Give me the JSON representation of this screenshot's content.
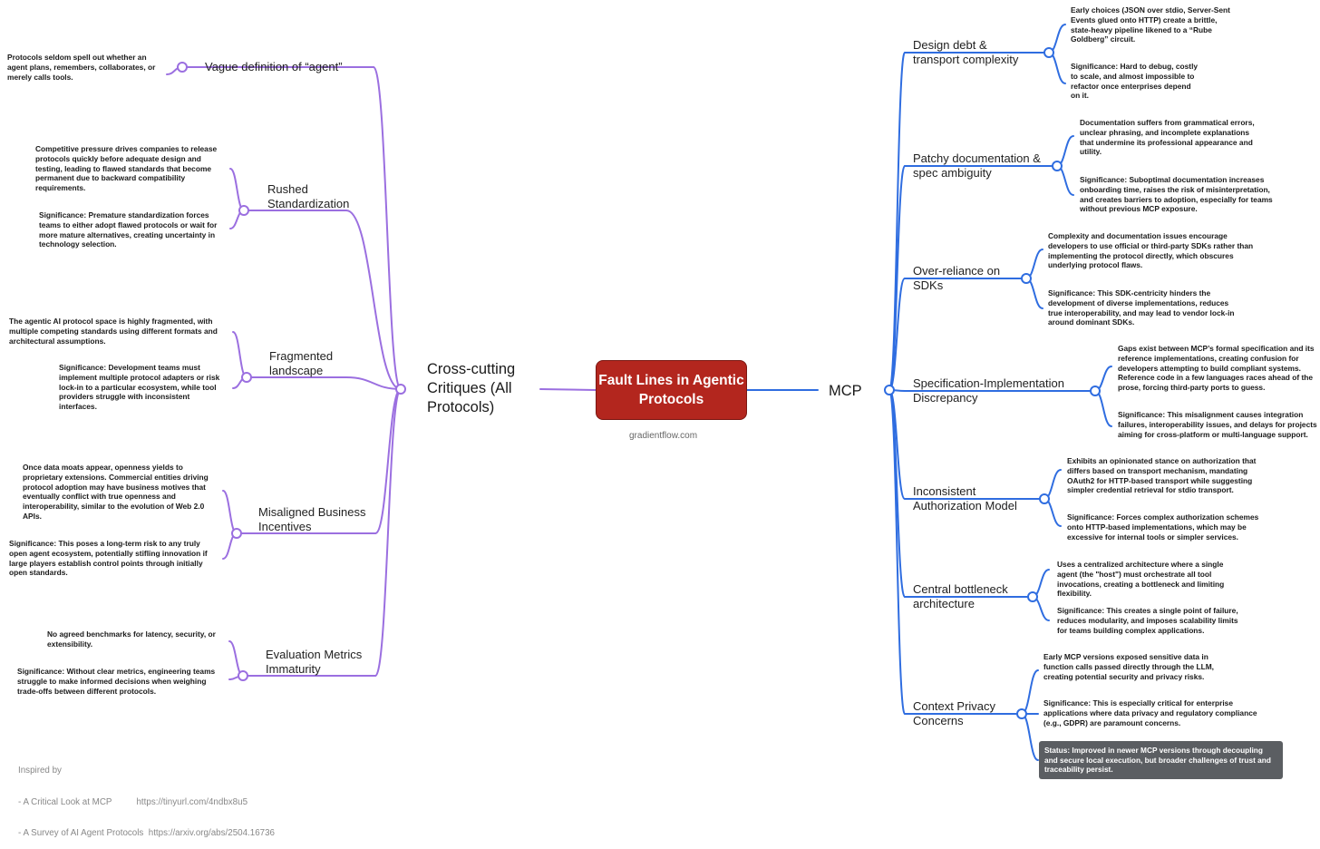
{
  "center": {
    "title": "Fault Lines in Agentic Protocols",
    "site": "gradientflow.com"
  },
  "colors": {
    "left": "#9b6fe0",
    "right": "#2f6de0",
    "center_fill": "#b3261e",
    "status_fill": "#5b5e62"
  },
  "left": {
    "hub": "Cross-cutting Critiques (All Protocols)",
    "branches": [
      {
        "label": "Vague definition of “agent”",
        "notes": [
          "Protocols seldom spell out whether an agent plans, remembers, collaborates, or merely calls tools."
        ]
      },
      {
        "label": "Rushed Standardization",
        "notes": [
          "Competitive pressure drives companies to release protocols quickly before adequate design and testing, leading to flawed standards that become permanent due to backward compatibility requirements.",
          "Significance: Premature standardization forces teams to either adopt flawed protocols or wait for more mature alternatives, creating uncertainty in technology selection."
        ]
      },
      {
        "label": "Fragmented landscape",
        "notes": [
          "The agentic AI protocol space is highly fragmented, with multiple competing standards using different formats and architectural assumptions.",
          "Significance: Development teams must implement multiple protocol adapters or risk lock-in to a particular ecosystem, while tool providers struggle with inconsistent interfaces."
        ]
      },
      {
        "label": "Misaligned Business Incentives",
        "notes": [
          "Once data moats appear, openness yields to proprietary extensions. Commercial entities driving protocol adoption may have business motives that eventually conflict with true openness and interoperability, similar to the evolution of Web 2.0 APIs.",
          "Significance: This poses a long-term risk to any truly open agent ecosystem, potentially stifling innovation if large players establish control points through initially open standards."
        ]
      },
      {
        "label": "Evaluation Metrics Immaturity",
        "notes": [
          "No agreed benchmarks for latency, security, or extensibility.",
          "Significance: Without clear metrics, engineering teams struggle to make informed decisions when weighing trade-offs between different protocols."
        ]
      }
    ]
  },
  "right": {
    "hub": "MCP",
    "branches": [
      {
        "label": "Design debt & transport complexity",
        "notes": [
          "Early choices (JSON over stdio, Server-Sent Events glued onto HTTP) create a brittle, state-heavy pipeline likened to a “Rube Goldberg” circuit.",
          "Significance: Hard to debug, costly to scale, and almost impossible to refactor once enterprises depend on it."
        ]
      },
      {
        "label": "Patchy documentation & spec ambiguity",
        "notes": [
          "Documentation suffers from grammatical errors, unclear phrasing, and incomplete explanations that undermine its professional appearance and utility.",
          "Significance: Suboptimal documentation increases onboarding time, raises the risk of misinterpretation, and creates barriers to adoption, especially for teams without previous MCP exposure."
        ]
      },
      {
        "label": "Over-reliance on SDKs",
        "notes": [
          "Complexity and documentation issues encourage developers to use official or third-party SDKs rather than implementing the protocol directly, which obscures underlying protocol flaws.",
          "Significance: This SDK-centricity hinders the development of diverse implementations, reduces true interoperability, and may lead to vendor lock-in around dominant SDKs."
        ]
      },
      {
        "label": "Specification-Implementation Discrepancy",
        "notes": [
          "Gaps exist between MCP’s formal specification and its reference implementations, creating confusion for developers attempting to build compliant systems. Reference code in a few languages races ahead of the prose, forcing third-party ports to guess.",
          "Significance: This misalignment causes integration failures, interoperability issues, and delays for projects aiming for cross-platform or multi-language support."
        ]
      },
      {
        "label": "Inconsistent Authorization Model",
        "notes": [
          "Exhibits an opinionated stance on authorization that differs based on transport mechanism, mandating OAuth2 for HTTP-based transport while suggesting simpler credential retrieval for stdio transport.",
          "Significance: Forces complex authorization schemes onto HTTP-based implementations, which may be excessive for internal tools or simpler services."
        ]
      },
      {
        "label": "Central bottleneck architecture",
        "notes": [
          "Uses a centralized architecture where a single agent (the \"host\") must orchestrate all tool invocations, creating a bottleneck and limiting flexibility.",
          "Significance: This creates a single point of failure, reduces modularity, and imposes scalability limits for teams building complex applications."
        ]
      },
      {
        "label": "Context Privacy Concerns",
        "notes": [
          "Early MCP versions exposed sensitive data in function calls passed directly through the LLM, creating potential security and privacy risks.",
          "Significance: This is especially critical for enterprise applications where data privacy and regulatory compliance (e.g., GDPR) are paramount concerns.",
          "Status: Improved in newer MCP versions through decoupling and secure local execution, but broader challenges of trust and traceability persist."
        ]
      }
    ]
  },
  "footer": {
    "lines": [
      "Inspired by",
      "- A Critical Look at MCP          https://tinyurl.com/4ndbx8u5",
      "- A Survey of AI Agent Protocols  https://arxiv.org/abs/2504.16736"
    ]
  }
}
